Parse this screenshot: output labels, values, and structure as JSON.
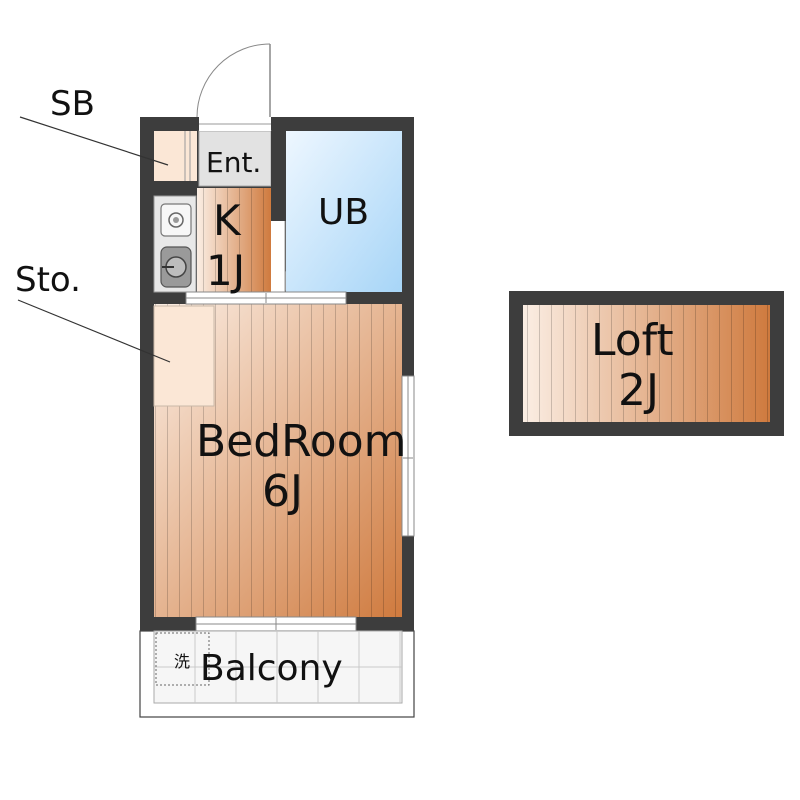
{
  "labels": {
    "sb": "SB",
    "sto": "Sto.",
    "ent": "Ent.",
    "kitchen": "K",
    "kitchen_size": "1J",
    "ub": "UB",
    "bedroom": "BedRoom",
    "bedroom_size": "6J",
    "balcony": "Balcony",
    "washer": "洗",
    "loft": "Loft",
    "loft_size": "2J"
  },
  "colors": {
    "wall": "#3d3d3d",
    "floor_light": "#fbeee4",
    "floor_dark": "#cf7a3e",
    "bath_light": "#eef7ff",
    "bath_dark": "#a7d5f7",
    "entrance": "#e2e2e2",
    "grid": "#c9c9c9"
  }
}
